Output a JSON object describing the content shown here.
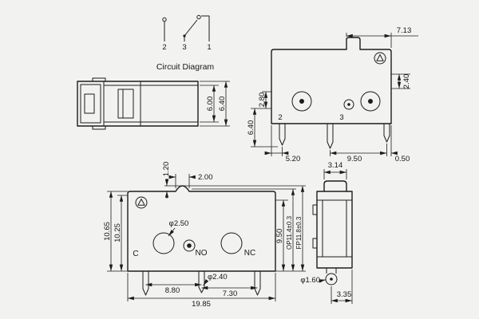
{
  "colors": {
    "background": "#f2f2f1",
    "ink": "#1c1c1c"
  },
  "circuit": {
    "title": "Circuit Diagram",
    "pin_nc": "2",
    "pin_com": "3",
    "pin_no": "1"
  },
  "bottom_view": {
    "dim_inner_height": "6.00",
    "dim_outer_height": "6.40"
  },
  "side_view": {
    "dim_top_width": "7.13",
    "dim_right_height": "2.40",
    "dim_left_upper": "2.80",
    "dim_left_lower": "6.40",
    "pin_label_2": "2",
    "pin_label_3": "3",
    "dim_pin_offset_left": "5.20",
    "dim_pin_spacing": "9.50",
    "dim_pin_offset_right": "0.50"
  },
  "front_view": {
    "dim_button_height": "1.20",
    "dim_button_width": "2.00",
    "dim_height_outer": "10.65",
    "dim_height_inner": "10.25",
    "hole_diameter": "φ2.50",
    "terminal_c": "C",
    "terminal_no": "NO",
    "terminal_nc": "NC",
    "pin_diameter": "φ2.40",
    "dim_right_height": "9.50",
    "dim_op": "OP11.4±0.3",
    "dim_fp": "FP11.8±0.3",
    "dim_pin_spacing_left": "8.80",
    "dim_pin_spacing_right": "7.30",
    "dim_total_width": "19.85"
  },
  "end_view": {
    "dim_button_width": "3.14",
    "pin_diameter": "φ1.60",
    "dim_pin_offset": "3.35"
  }
}
